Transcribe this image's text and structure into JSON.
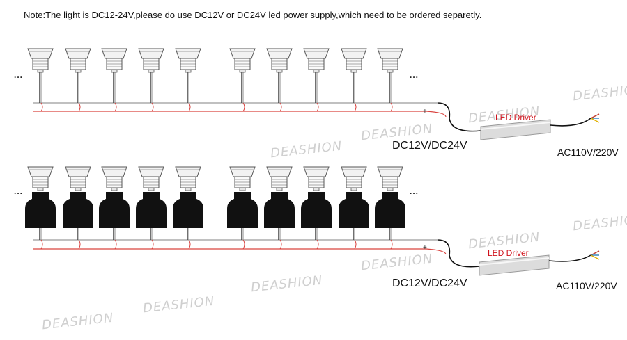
{
  "note": "Note:The light is DC12-24V,please do use DC12V or DC24V led power supply,which need to be ordered separetly.",
  "watermark": "DEASHION",
  "ellipsis": "...",
  "plus_sign": "+",
  "rows": [
    {
      "id": "row-1",
      "lights": 10,
      "with_housing": false,
      "driver_label": "LED Driver",
      "dc_label": "DC12V/DC24V",
      "ac_label": "AC110V/220V"
    },
    {
      "id": "row-2",
      "lights": 10,
      "with_housing": true,
      "driver_label": "LED Driver",
      "dc_label": "DC12V/DC24V",
      "ac_label": "AC110V/220V"
    }
  ],
  "colors": {
    "wire_red": "#d9433f",
    "wire_gray": "#9a9a9a",
    "light_outline": "#555555",
    "housing": "#111111",
    "driver_body": "#dcdcdc",
    "driver_label": "#d0111b",
    "watermark": "#cfcfcf"
  }
}
